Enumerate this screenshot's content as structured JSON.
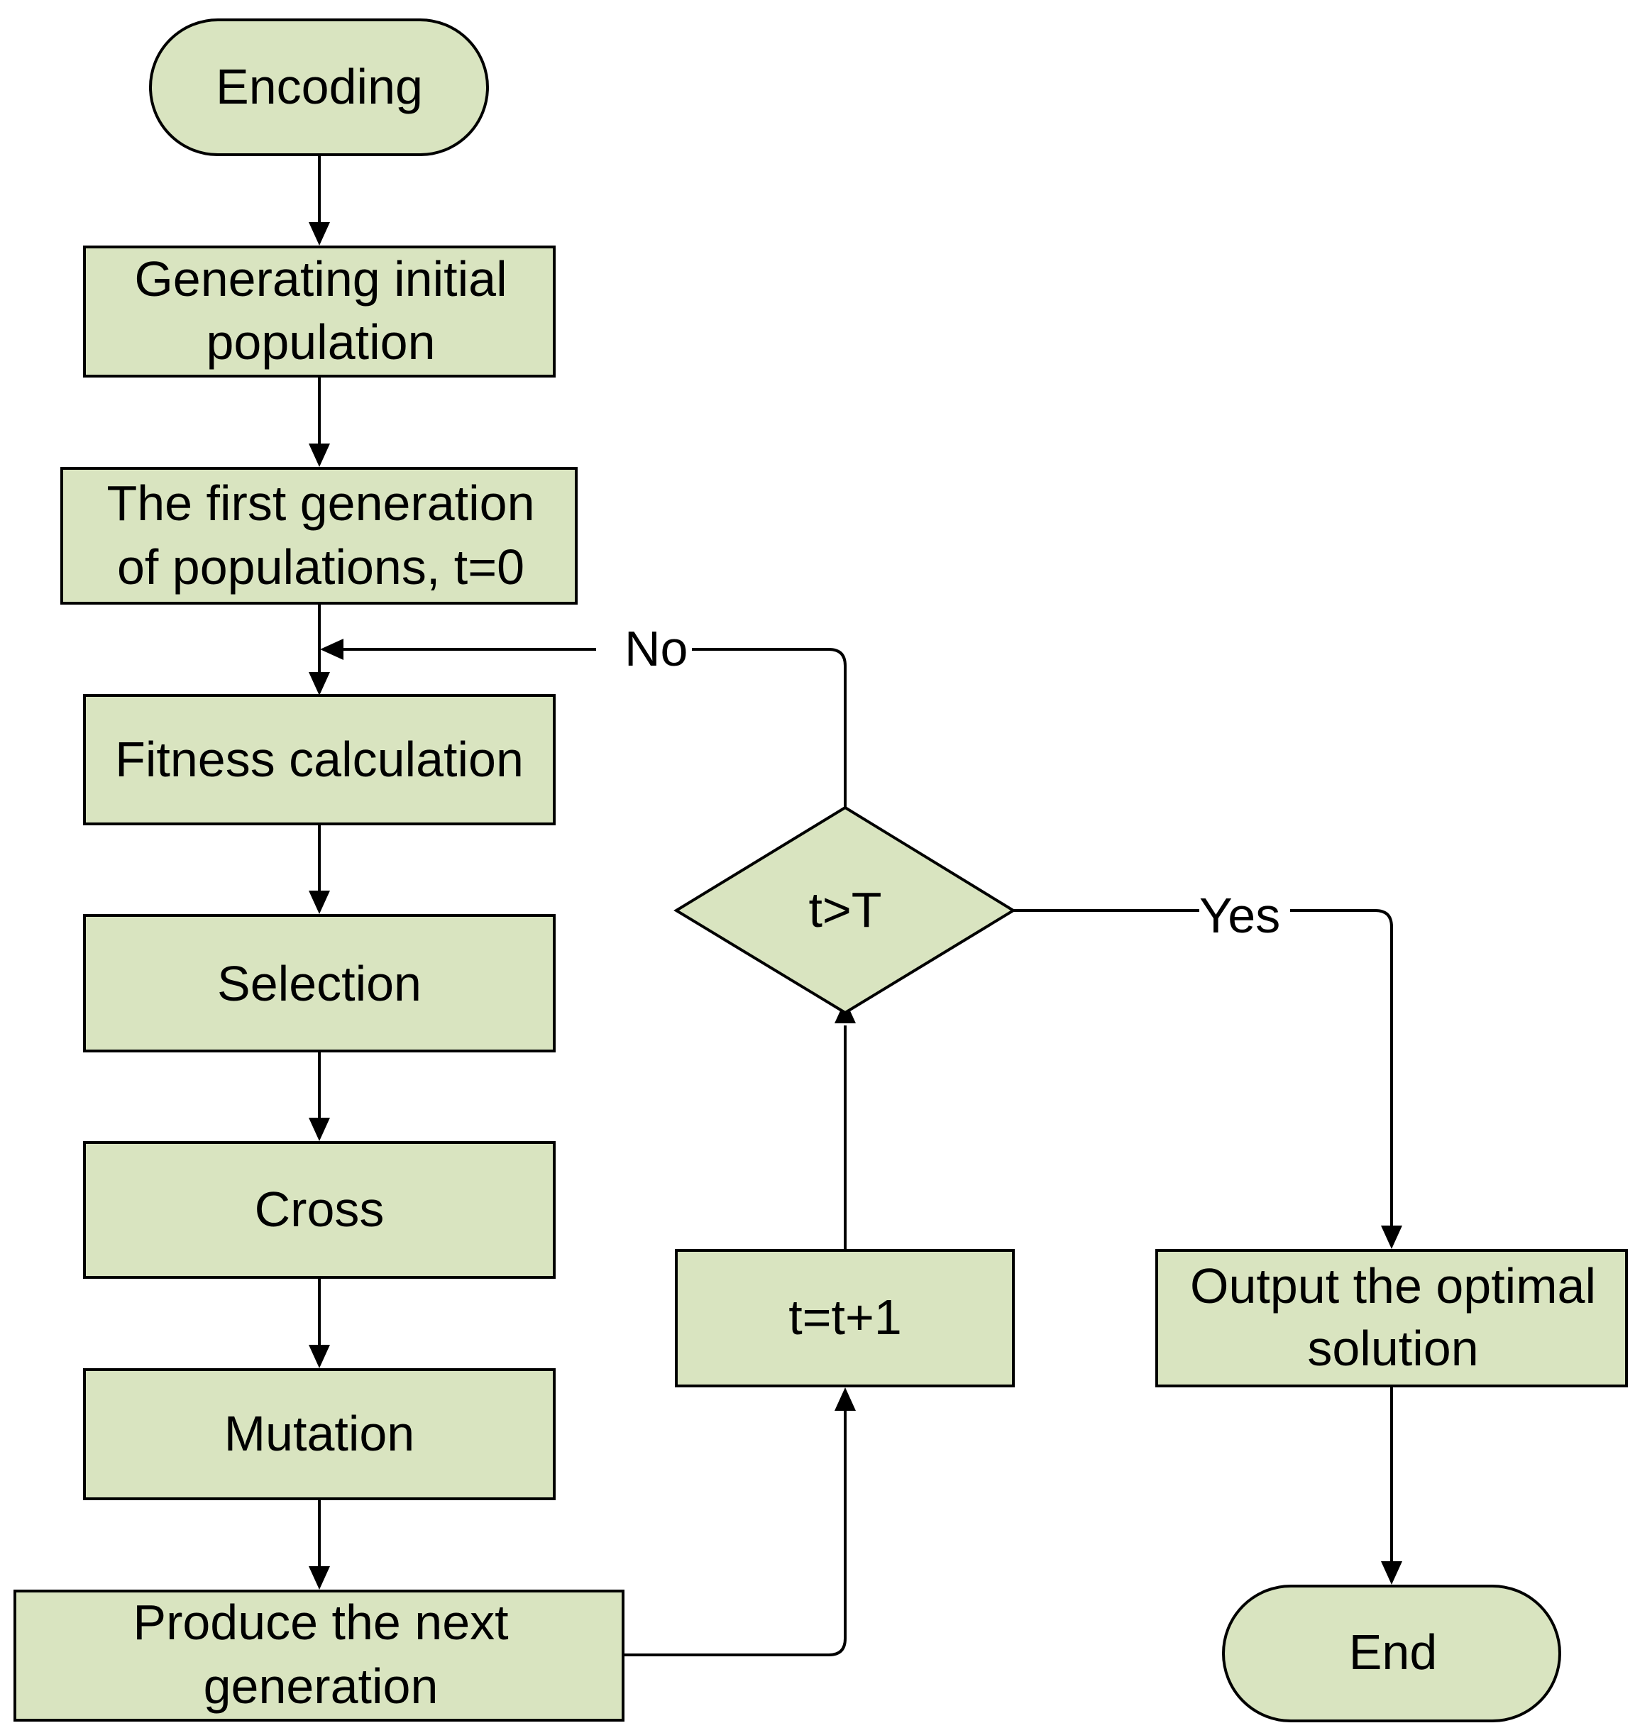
{
  "colors": {
    "fill": "#d9e4c0",
    "stroke": "#000000",
    "background": "#ffffff"
  },
  "nodes": {
    "encoding": "Encoding",
    "generate_init": [
      "Generating initial",
      "population"
    ],
    "first_gen": [
      "The first generation",
      "of populations, t=0"
    ],
    "fitness": "Fitness calculation",
    "selection": "Selection",
    "cross": "Cross",
    "mutation": "Mutation",
    "produce_next": [
      "Produce the next",
      "generation"
    ],
    "increment": "t=t+1",
    "decision": "t>T",
    "output": [
      "Output the optimal",
      "solution"
    ],
    "end": "End"
  },
  "edges": {
    "no_label": "No",
    "yes_label": "Yes"
  }
}
